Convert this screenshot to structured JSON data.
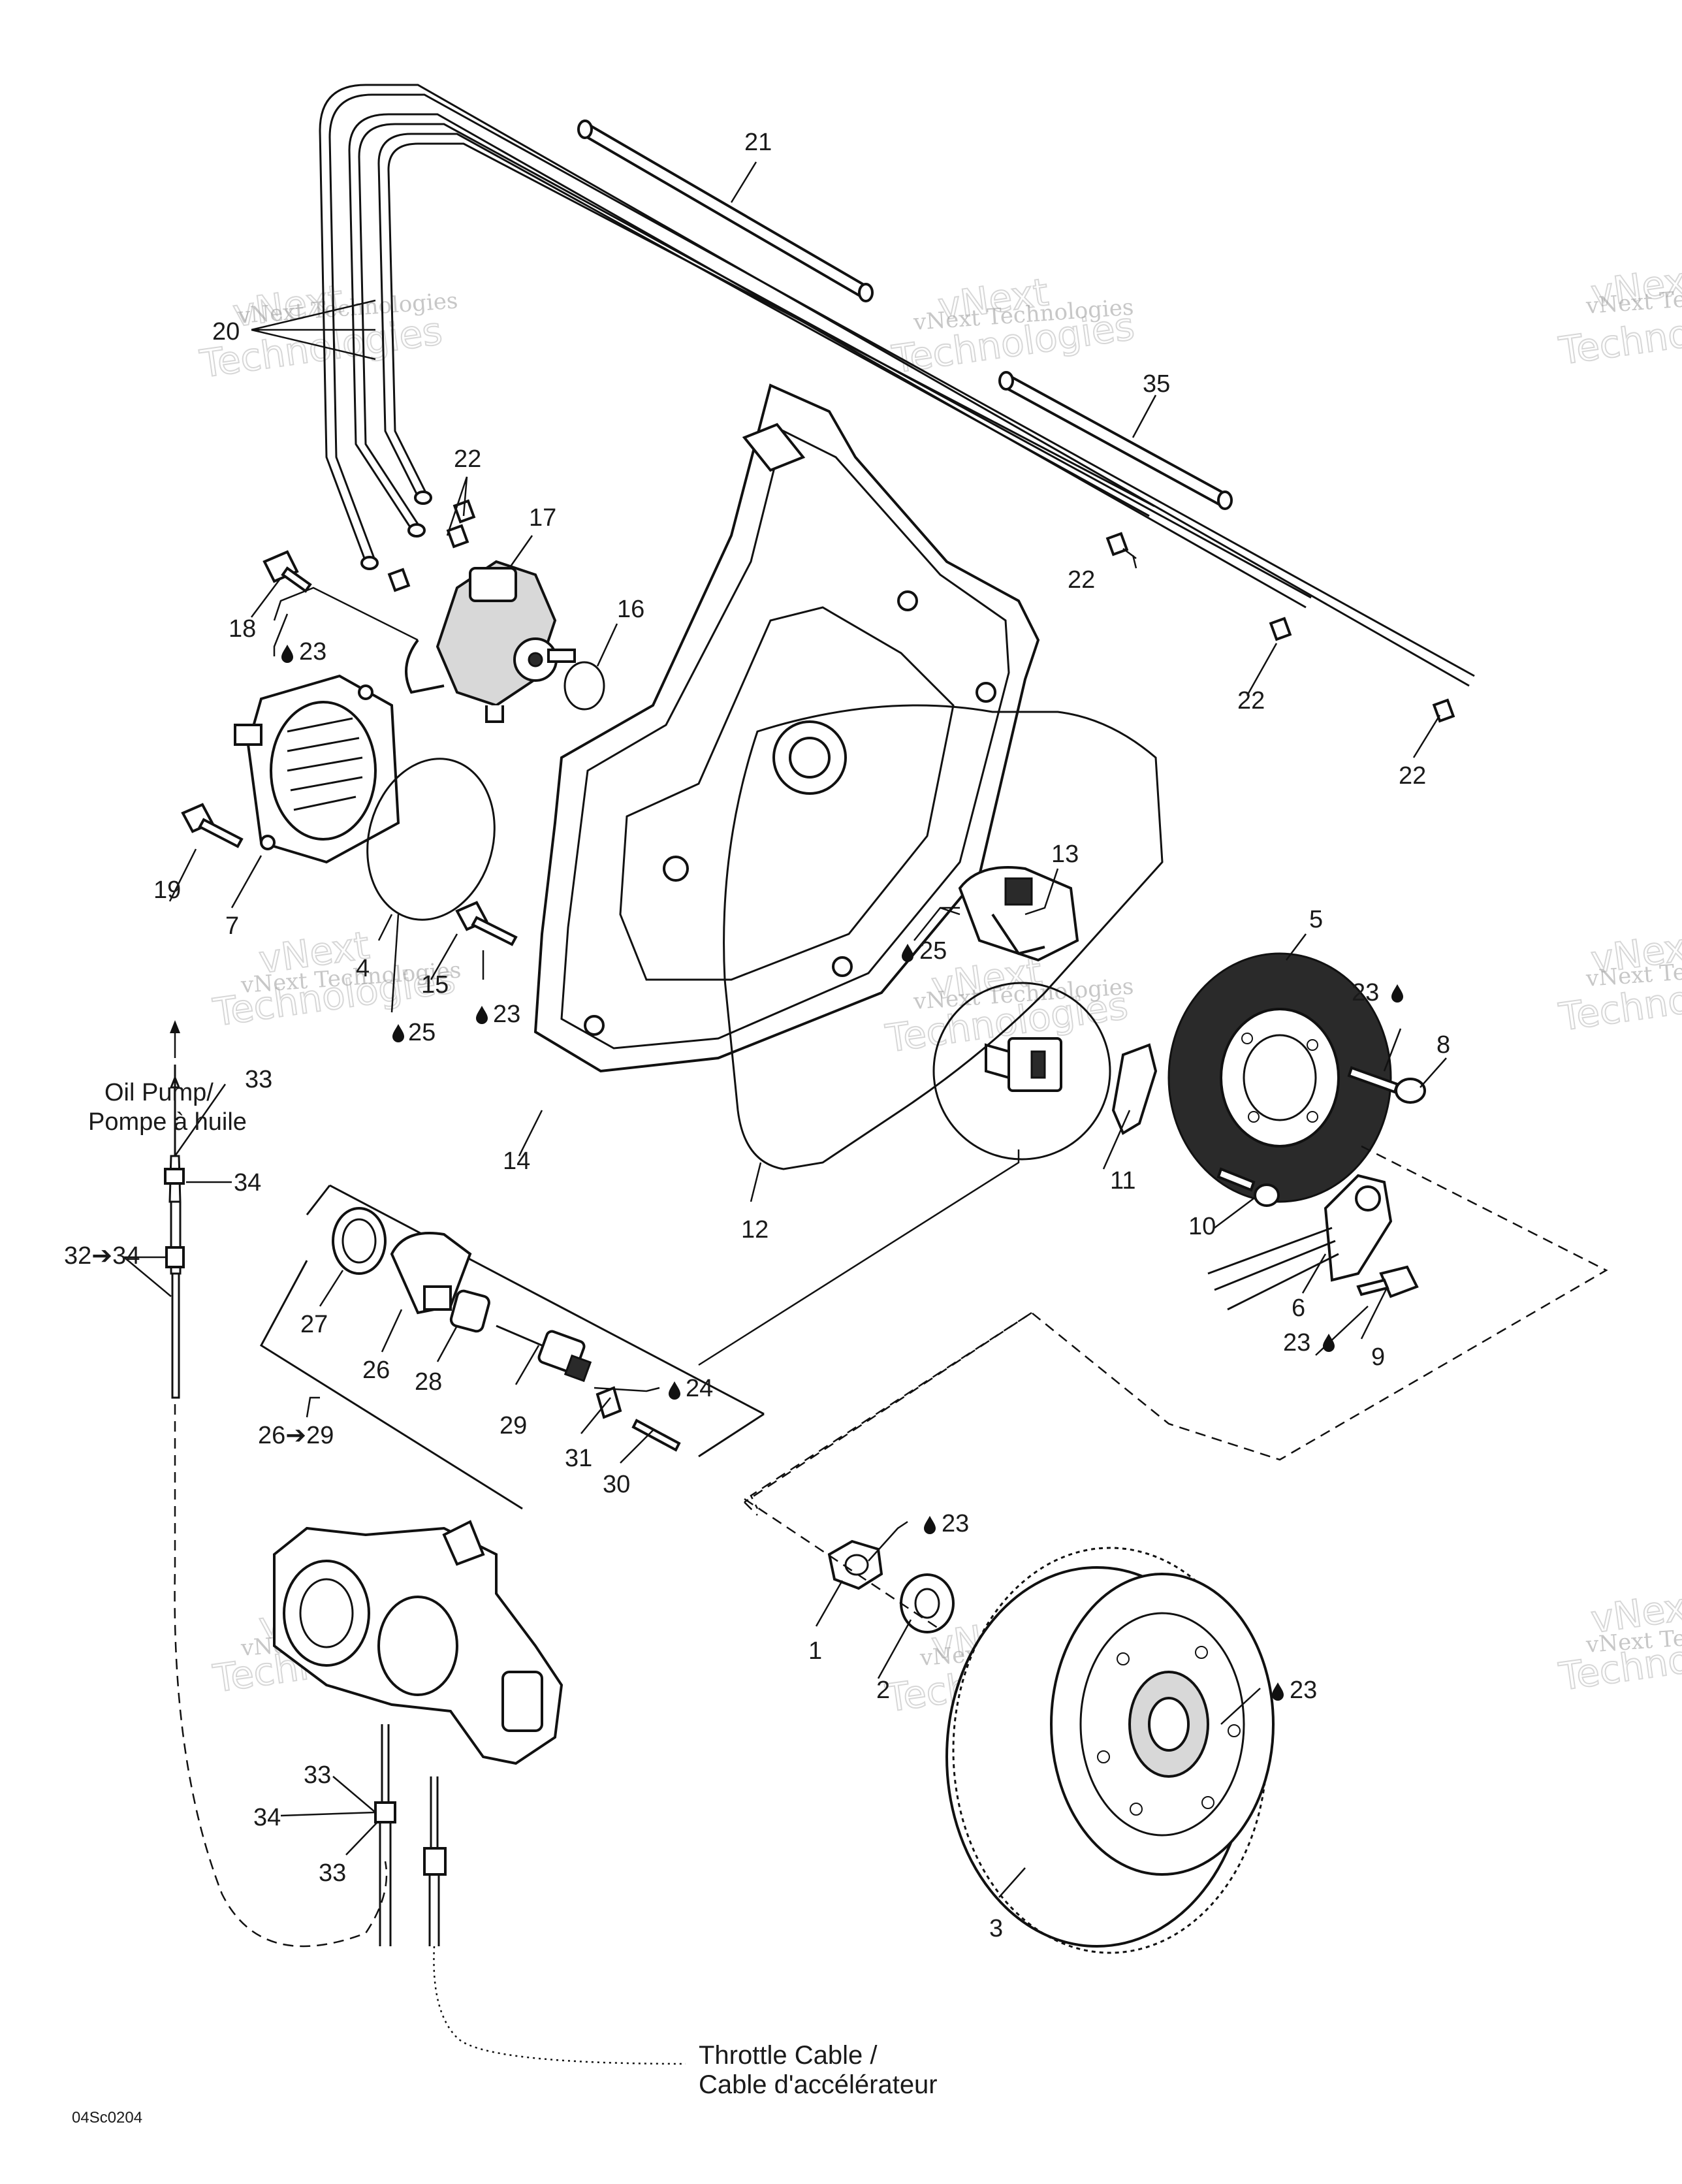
{
  "part_labels": {
    "p1": "1",
    "p2": "2",
    "p3": "3",
    "p4": "4",
    "p5": "5",
    "p6": "6",
    "p7": "7",
    "p8": "8",
    "p9": "9",
    "p10": "10",
    "p11": "11",
    "p12": "12",
    "p13": "13",
    "p14": "14",
    "p15": "15",
    "p16": "16",
    "p17": "17",
    "p18": "18",
    "p19": "19",
    "p20": "20",
    "p21": "21",
    "p22": "22",
    "p23": "23",
    "p24": "24",
    "p25": "25",
    "p26": "26",
    "p27": "27",
    "p28": "28",
    "p29": "29",
    "p30": "30",
    "p31": "31",
    "p32_34": "32➔34",
    "p33": "33",
    "p34": "34",
    "p35": "35",
    "p26_29": "26➔29"
  },
  "captions": {
    "oil_pump_en": "Oil Pump/",
    "oil_pump_fr": "Pompe à huile",
    "throttle_en": "Throttle Cable /",
    "throttle_fr": "Cable d'accélérateur"
  },
  "drawing_code": "04Sc0204",
  "watermark": {
    "line1": "vNext Technologies",
    "line2": "vNext",
    "line3": "Technologies"
  },
  "icons": {
    "drop": "lubricant-drop-icon",
    "arrow": "range-arrow-icon"
  }
}
